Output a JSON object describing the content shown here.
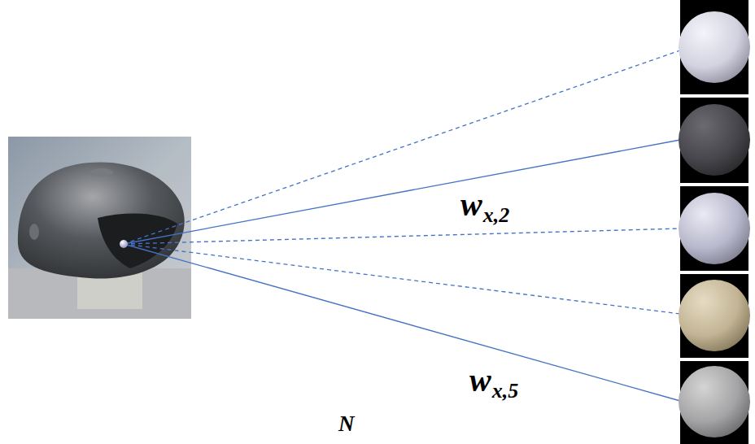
{
  "diagram": {
    "labels": [
      "w",
      "x,2",
      "w",
      "x,5",
      "N"
    ]
  }
}
